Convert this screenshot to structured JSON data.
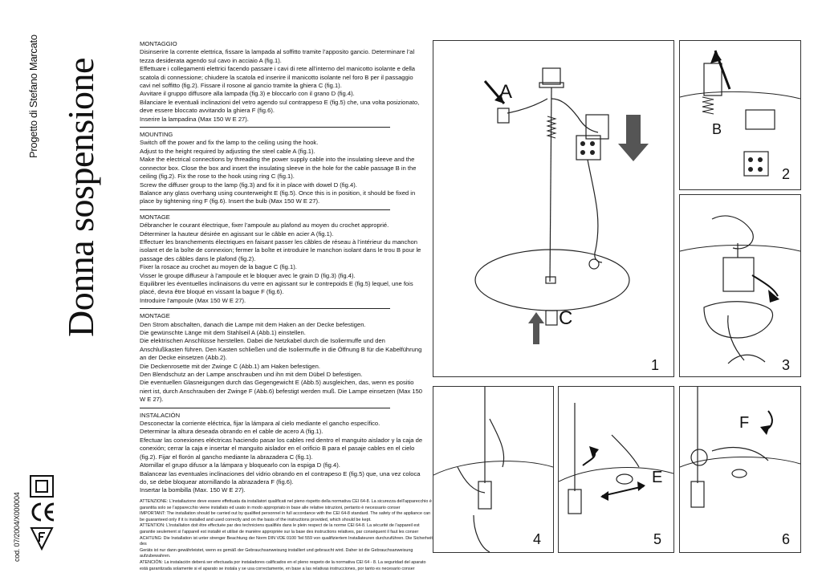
{
  "product": {
    "title": "Donna sospensione",
    "designer": "Progetto di Stefano Marcato",
    "code": "cod. 07/2004/X000004"
  },
  "marks": [
    "double-insulation-symbol",
    "ce-mark",
    "f-mark"
  ],
  "instructions": [
    {
      "lang": "it",
      "heading": "MONTAGGIO",
      "lines": [
        "Disinserire la corrente elettrica, fissare la lampada al soffitto tramite l’apposito gancio. Determinare l’al",
        "tezza desiderata agendo sul cavo in acciaio A (fig.1).",
        "Effettuare i collegamenti elettrici facendo passare i cavi di rete all’interno del manicotto isolante e della",
        "scatola di connessione; chiudere la scatola ed inserire il manicotto isolante nel foro B per il passaggio",
        "cavi nel soffitto (fig.2). Fissare il rosone al gancio tramite la ghiera C (fig.1).",
        "Avvitare il gruppo diffusore alla lampada (fig.3) e bloccarlo con il grano D (fig.4).",
        "Bilanciare le eventuali inclinazioni del vetro agendo sul contrappeso E (fig.5) che, una volta posizionato,",
        "deve essere bloccato avvitando la ghiera F (fig.6).",
        "Inserire la lampadina (Max 150 W E 27)."
      ]
    },
    {
      "lang": "en",
      "heading": "MOUNTING",
      "lines": [
        "Switch off the power and fix the lamp to the ceiling using the hook.",
        "Adjust to the height required by adjusting the steel cable A (fig.1).",
        "Make the electrical connections by threading the power supply cable into the insulating sleeve and the",
        "connector box. Close the box and insert the insulating sleeve in the hole for the cable passage B in the",
        "ceiling (fig.2). Fix the rose to the hook using ring C (fig.1).",
        "Screw the diffuser group to the lamp (fig.3) and fix it in place with dowel D (fig.4).",
        "Balance any glass overhang using counterweight E (fig.5). Once this is in position, it should be fixed in",
        "place by tightening ring F (fig.6). Insert the bulb (Max 150 W E 27)."
      ]
    },
    {
      "lang": "fr",
      "heading": "MONTAGE",
      "lines": [
        "Débrancher le courant électrique, fixer l’ampoule au plafond au moyen du crochet approprié.",
        "Déterminer la hauteur désirée en agissant sur le câble en acier A (fig.1).",
        "Effectuer les branchements électriques en faisant passer les câbles de réseau à l’intérieur du manchon",
        "isolant et de la boîte de connexion; fermer la boîte et introduire le manchon isolant dans le trou B pour le",
        "passage des câbles dans le plafond (fig.2).",
        "Fixer la rosace au crochet au moyen de la bague C (fig.1).",
        "Visser le groupe diffuseur à l’ampoule et le bloquer avec le grain D (fig.3) (fig.4).",
        "Equilibrer les éventuelles inclinaisons du verre en agissant sur le contrepoids E (fig.5) lequel, une fois",
        "placé, devra être bloqué en vissant la bague F (fig.6).",
        "Introduire l’ampoule (Max 150 W E 27)."
      ]
    },
    {
      "lang": "de",
      "heading": "MONTAGE",
      "lines": [
        "Den Strom abschalten, danach die Lampe mit dem Haken an der Decke befestigen.",
        "Die gewünschte Länge mit dem Stahlseil A (Abb.1) einstellen.",
        "Die elektrischen Anschlüsse herstellen. Dabei die Netzkabel durch die Isoliermuffe und den",
        "Anschlußkasten führen. Den Kasten schließen und die Isoliermuffe in die Öffnung B für die Kabelführung",
        "an der Decke einsetzen (Abb.2).",
        "Die Deckenrosette mit der Zwinge C (Abb.1) am Haken befestigen.",
        "Den Blendschutz an der Lampe anschrauben und ihn mit dem Dübel D befestigen.",
        "Die eventuellen Glasneigungen durch das Gegengewicht E (Abb.5) ausgleichen, das, wenn es positio",
        "niert ist, durch Anschrauben der Zwinge F (Abb.6) befestigt werden muß. Die Lampe einsetzen (Max 150",
        "W E 27)."
      ]
    },
    {
      "lang": "es",
      "heading": "INSTALACIÓN",
      "lines": [
        "Desconectar la corriente eléctrica, fijar la lámpara al cielo mediante el gancho específico.",
        "Determinar la altura deseada obrando en el cable de acero A (fig.1).",
        "Efectuar las conexiones eléctricas haciendo pasar los cables red dentro el manguito aislador y la caja de",
        "conexión; cerrar la caja e insertar el manguito aislador en el orificio B para el pasaje cables en el cielo",
        "(fig.2). Fijar el florón al gancho mediante la abrazadera C (fig.1).",
        "Atornillar el grupo difusor a la lámpara y bloquearlo con la espiga D (fig.4).",
        "Balancear las eventuales inclinaciones del vidrio obrando en el contrapeso E (fig.5) que, una vez coloca",
        "do, se debe bloquear atornillando la abrazadera F (fig.6).",
        "Insertar la bombilla (Max. 150 W E 27)."
      ]
    }
  ],
  "warnings": [
    "ATTENZIONE: L’installazione deve essere effettuata da installatori qualificati nel pieno rispetto della normativa CEI 64-8. La sicurezza dell’apparecchio è",
    "garantita solo se l’apparecchio viene installato ed usato in modo appropriato in base alle relative istruzioni, pertanto è necessario conser",
    "IMPORTANT: The installation should be carried out by qualified personnel in full accordance with the CEI 64-8 standard. The safety of the appliance can",
    "be guaranteed only if it is installed and used correctly and on the basis of the instructions provided, which should be kept.",
    "ATTENTION: L’installation doit être effectuée par des techniciens qualifiés dans le plein respect de la norme CEI 64-8. La sécurité de l’appareil est",
    "garantie seulement si l’appareil est installé et utilisé de manière appropriée sur la base des instructions relatives, par conséquent il faut les conser",
    "ACHTUNG: Die Installation ist unter strenger Beachtung der Norm DIN VDE 0100 Teil 559 von qualifiziertem Installateuren durchzuführen. Die Sicherheit des",
    "Geräts ist nur dann gewährleistet, wenn es gemäß der Gebrauchsanweisung installiert und gebraucht wird. Daher ist die Gebrauchsanweisung aufzubewahren.",
    "ATENCIÓN: La instalación deberá ser efectuada por instaladores calificados en el pleno respeto de la normativa CEI 64 - 8. La seguridad del aparato",
    "está garantizada solamente si el aparato se instala y se usa correctamente, en base a las relativas instrucciones, por tanto es necesario conser"
  ],
  "figures": {
    "fig1": {
      "number": "1",
      "callouts": [
        "A",
        "C"
      ]
    },
    "fig2": {
      "number": "2",
      "callouts": [
        "B"
      ]
    },
    "fig3": {
      "number": "3",
      "callouts": []
    },
    "fig4": {
      "number": "4",
      "callouts": []
    },
    "fig5": {
      "number": "5",
      "callouts": [
        "E"
      ]
    },
    "fig6": {
      "number": "6",
      "callouts": [
        "F"
      ]
    }
  }
}
